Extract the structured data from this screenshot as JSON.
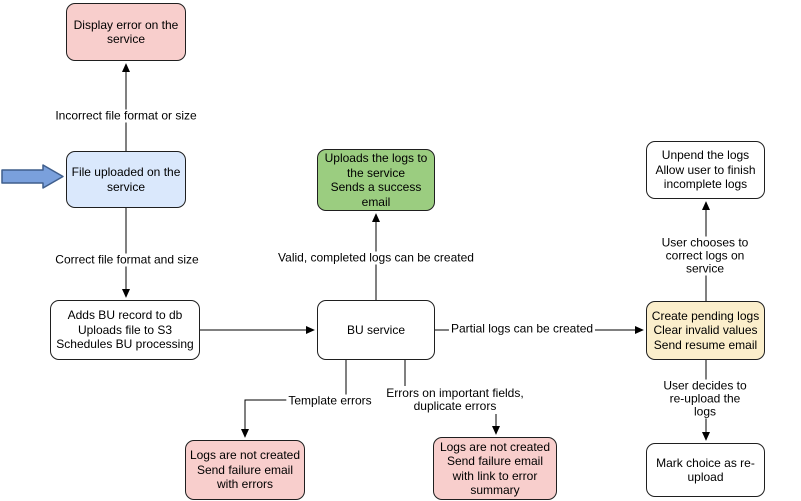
{
  "colors": {
    "pink": "#f8cecc",
    "blue": "#dae8fc",
    "green": "#9bcd80",
    "yellow": "#fbeecb",
    "white": "#ffffff",
    "arrow_fill": "#7aa0dc",
    "arrow_stroke": "#3f5e8c",
    "line": "#000000"
  },
  "nodes": {
    "display_error": "Display error on the\nservice",
    "file_uploaded": "File uploaded on the\nservice",
    "adds_bu_record": "Adds BU record to db\nUploads file to S3\nSchedules BU processing",
    "bu_service": "BU service",
    "uploads_logs": "Uploads the logs to\nthe service\nSends a success\nemail",
    "unpend_logs": "Unpend the logs\nAllow user to finish\nincomplete logs",
    "create_pending": "Create pending logs\nClear invalid values\nSend resume email",
    "mark_choice": "Mark choice as re-\nupload",
    "logs_not_created_template": "Logs are not created\nSend failure email\nwith errors",
    "logs_not_created_important": "Logs are not created\nSend failure email\nwith link to error\nsummary"
  },
  "edge_labels": {
    "incorrect_format": "Incorrect file format or size",
    "correct_format": "Correct file format and size",
    "valid_logs": "Valid, completed logs can be created",
    "partial_logs": "Partial logs can be created",
    "user_chooses_correct": "User chooses to correct logs on service",
    "user_decides_reupload": "User decides to re-upload the logs",
    "template_errors": "Template errors",
    "important_field_errors": "Errors on important fields,\nduplicate errors"
  }
}
